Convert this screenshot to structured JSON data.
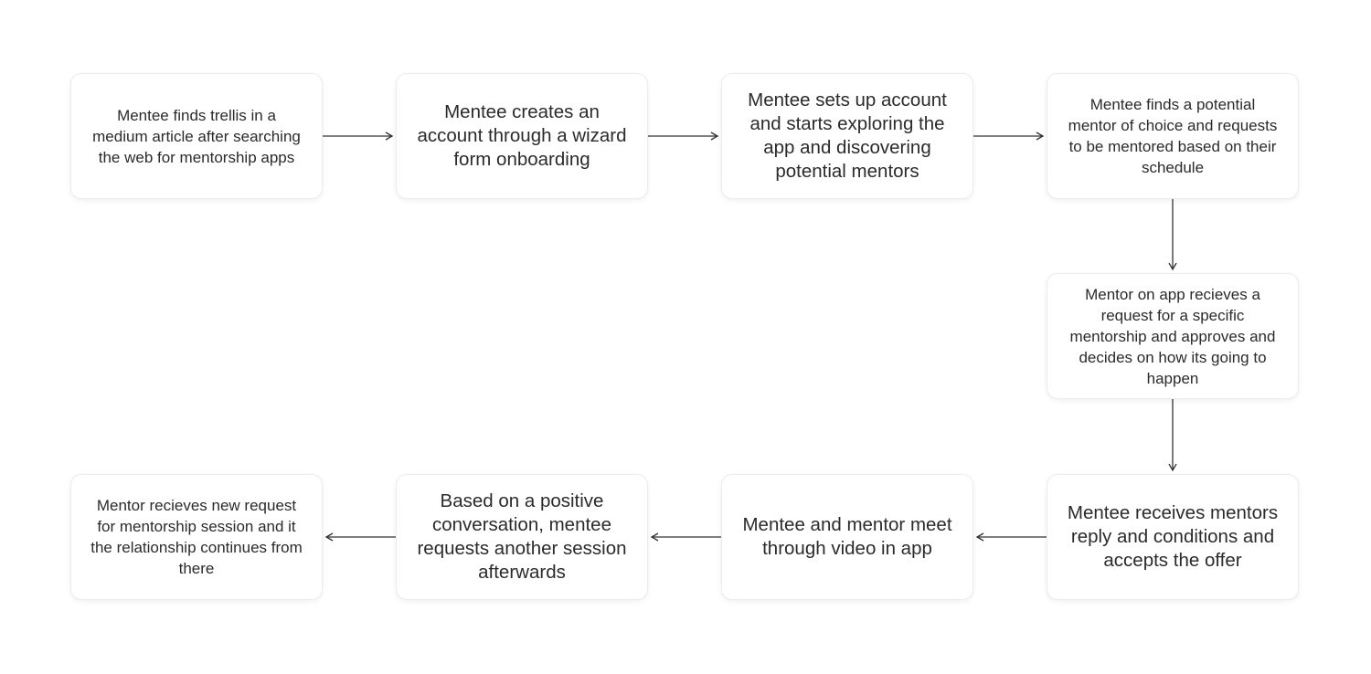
{
  "steps": [
    {
      "text": "Mentee finds trellis in a medium article after searching the web for mentorship apps"
    },
    {
      "text": "Mentee creates an account through a wizard form onboarding"
    },
    {
      "text": "Mentee sets up account and starts exploring the app and discovering potential mentors"
    },
    {
      "text": "Mentee finds a potential mentor of choice and requests to be mentored based on their schedule"
    },
    {
      "text": "Mentor on app recieves a request for a specific mentorship and approves and decides on how its going to happen"
    },
    {
      "text": "Mentee receives mentors reply and conditions and accepts the offer"
    },
    {
      "text": "Mentee and mentor meet through video in app"
    },
    {
      "text": "Based on a positive conversation, mentee requests another session afterwards"
    },
    {
      "text": "Mentor recieves new request for mentorship session and it the relationship continues from there"
    }
  ],
  "colors": {
    "box_border": "#ececec",
    "arrow": "#333333",
    "text": "#2b2b2b"
  }
}
